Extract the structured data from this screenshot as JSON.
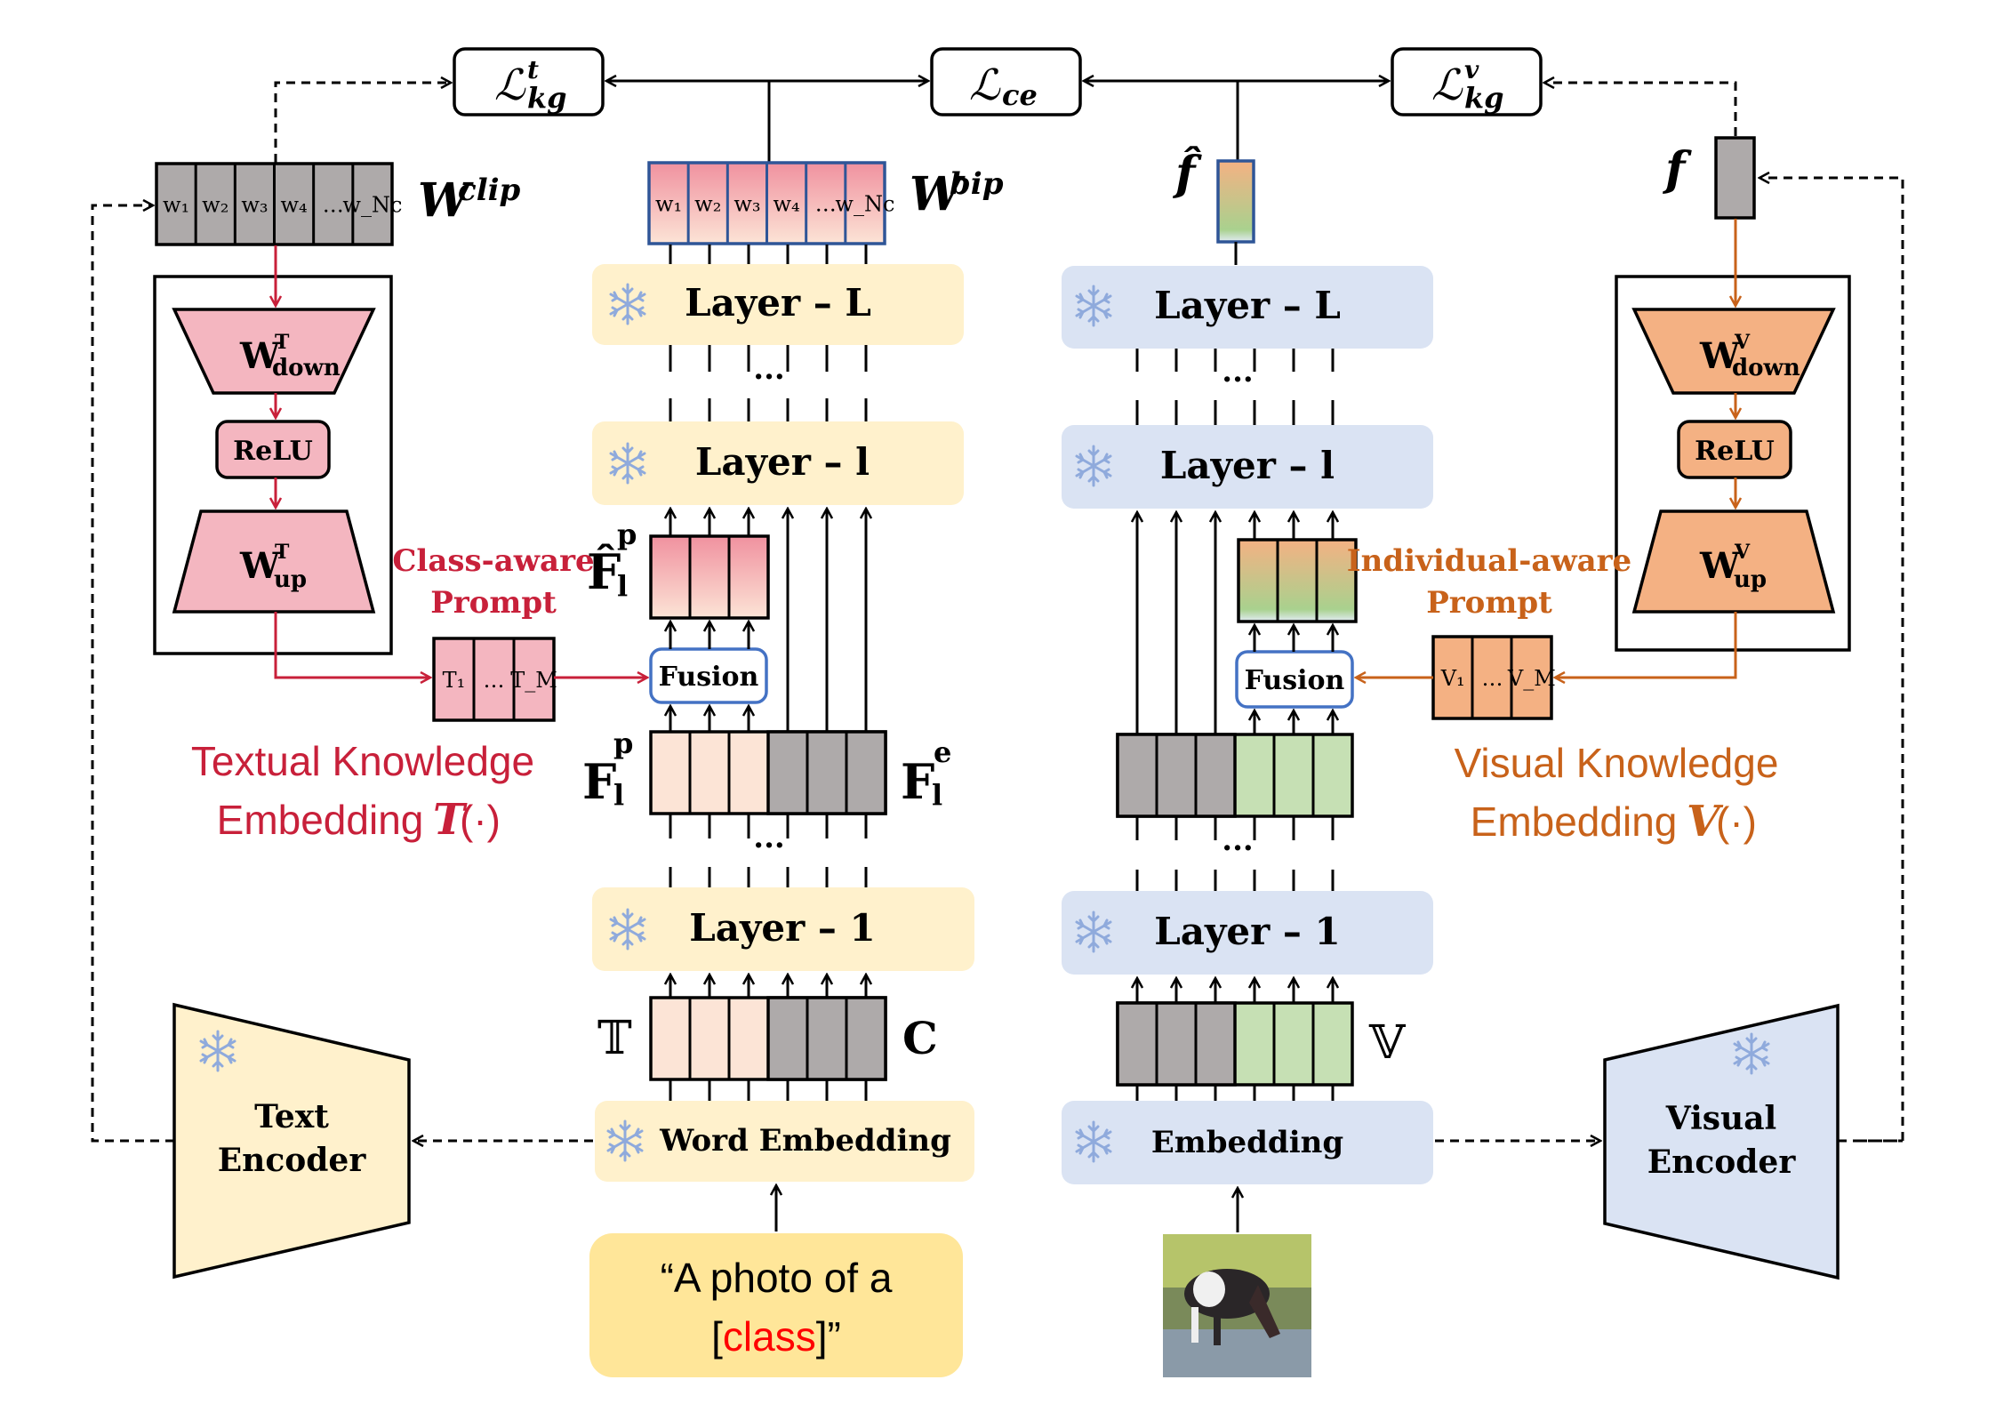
{
  "losses": {
    "text_kg": {
      "base": "ℒ",
      "sup": "t",
      "sub": "kg"
    },
    "ce": {
      "base": "ℒ",
      "sub": "ce"
    },
    "visual_kg": {
      "base": "ℒ",
      "sup": "v",
      "sub": "kg"
    }
  },
  "weights": {
    "clip": {
      "label": "W",
      "sup": "clip",
      "cells": [
        "w₁",
        "w₂",
        "w₃",
        "w₄",
        "…",
        "w_Nc"
      ]
    },
    "bip": {
      "label": "W",
      "sup": "bip",
      "cells": [
        "w₁",
        "w₂",
        "w₃",
        "w₄",
        "…",
        "w_Nc"
      ]
    }
  },
  "features": {
    "f_hat": "f̂",
    "f": "f"
  },
  "text_branch": {
    "layer_L": "Layer – L",
    "layer_l": "Layer – l",
    "layer_1": "Layer – 1",
    "word_embedding": "Word Embedding",
    "fusion": "Fusion",
    "ellipsis": "···",
    "F_hat_label": {
      "base": "F̂",
      "sup": "p",
      "sub": "l"
    },
    "F_p_label": {
      "base": "F",
      "sup": "p",
      "sub": "l"
    },
    "F_e_label": {
      "base": "F",
      "sup": "e",
      "sub": "l"
    },
    "T_label": "𝕋",
    "C_label": "C",
    "input_text_prefix": "“A photo of a",
    "input_text_open": "[",
    "input_text_class": "class",
    "input_text_close": "]”"
  },
  "visual_branch": {
    "layer_L": "Layer – L",
    "layer_l": "Layer – l",
    "layer_1": "Layer – 1",
    "embedding": "Embedding",
    "fusion": "Fusion",
    "ellipsis": "···",
    "V_label": "𝕍",
    "input_image": "horse-drinking-painting"
  },
  "textual_knowledge": {
    "title_line1": "Textual Knowledge",
    "title_line2": "Embedding",
    "func": "T",
    "func_arg": "(·)",
    "w_down": {
      "base": "W",
      "sup": "T",
      "sub": "down"
    },
    "relu": "ReLU",
    "w_up": {
      "base": "W",
      "sup": "T",
      "sub": "up"
    },
    "prompt_label_1": "Class-aware",
    "prompt_label_2": "Prompt",
    "prompt_cells": [
      "T₁",
      "…",
      "T_M"
    ]
  },
  "visual_knowledge": {
    "title_line1": "Visual Knowledge",
    "title_line2": "Embedding",
    "func": "V",
    "func_arg": "(·)",
    "w_down": {
      "base": "W",
      "sup": "V",
      "sub": "down"
    },
    "relu": "ReLU",
    "w_up": {
      "base": "W",
      "sup": "V",
      "sub": "up"
    },
    "prompt_label_1": "Individual-aware",
    "prompt_label_2": "Prompt",
    "prompt_cells": [
      "V₁",
      "…",
      "V_M"
    ]
  },
  "encoders": {
    "text": {
      "line1": "Text",
      "line2": "Encoder"
    },
    "visual": {
      "line1": "Visual",
      "line2": "Encoder"
    }
  },
  "colors": {
    "text_layer_bg": "#fff1cc",
    "visual_layer_bg": "#dae3f3",
    "text_red": "#c8203a",
    "visual_orange": "#c8621a",
    "pink_fill": "#f4b6c0",
    "orange_fill": "#f4b183",
    "gray_cell": "#aeaaaa",
    "peach_cell": "#fce4d6",
    "green_cell": "#c6e0b4",
    "fusion_border": "#4472c4",
    "prompt_box": "#ffe699",
    "snowflake": "#8faadc"
  }
}
